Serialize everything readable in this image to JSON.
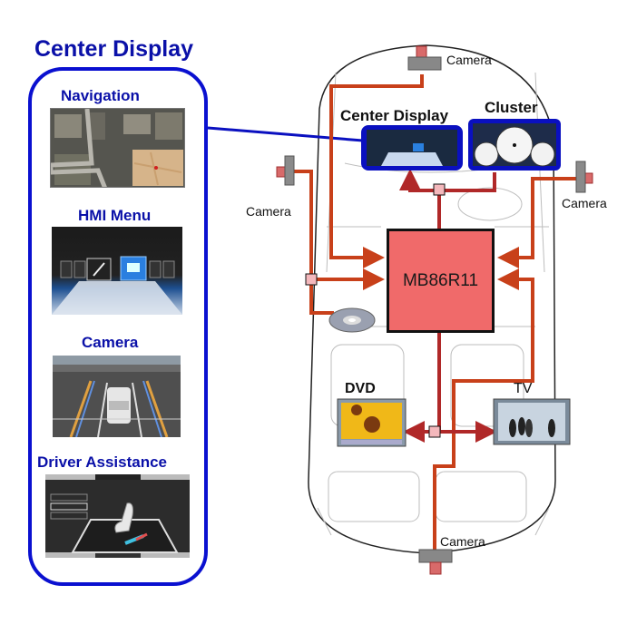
{
  "left_panel": {
    "title": "Center Display",
    "items": [
      {
        "label": "Navigation",
        "image": "3d-city-navigation-map"
      },
      {
        "label": "HMI Menu",
        "image": "hmi-carousel-menu"
      },
      {
        "label": "Camera",
        "image": "parking-camera-view"
      },
      {
        "label": "Driver Assistance",
        "image": "seat-adjustment-screen"
      }
    ]
  },
  "diagram": {
    "processor_label": "MB86R11",
    "center_display_label": "Center Display",
    "cluster_label": "Cluster",
    "dvd_label": "DVD",
    "tv_label": "TV",
    "camera_front_label": "Camera",
    "camera_left_label": "Camera",
    "camera_right_label": "Camera",
    "camera_rear_label": "Camera"
  },
  "colors": {
    "panel_blue": "#0a10d0",
    "title_blue": "#0a10a8",
    "wire_orange": "#c8401a",
    "wire_red": "#b02828",
    "chip_fill": "#f06a6a",
    "junction_fill": "#f4b8bc"
  }
}
